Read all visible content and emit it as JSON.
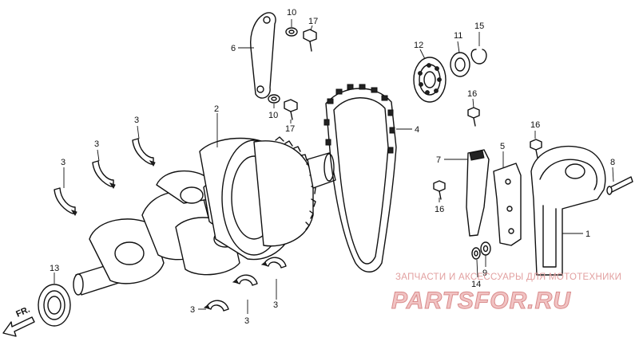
{
  "diagram": {
    "callouts": [
      {
        "id": "c-6-left",
        "text": "6"
      },
      {
        "id": "c-10-top",
        "text": "10"
      },
      {
        "id": "c-17-top",
        "text": "17"
      },
      {
        "id": "c-10-mid",
        "text": "10"
      },
      {
        "id": "c-17-mid",
        "text": "17"
      },
      {
        "id": "c-2",
        "text": "2"
      },
      {
        "id": "c-12",
        "text": "12"
      },
      {
        "id": "c-11",
        "text": "11"
      },
      {
        "id": "c-15",
        "text": "15"
      },
      {
        "id": "c-4",
        "text": "4"
      },
      {
        "id": "c-16-a",
        "text": "16"
      },
      {
        "id": "c-16-b",
        "text": "16"
      },
      {
        "id": "c-16-c",
        "text": "16"
      },
      {
        "id": "c-7",
        "text": "7"
      },
      {
        "id": "c-5",
        "text": "5"
      },
      {
        "id": "c-8",
        "text": "8"
      },
      {
        "id": "c-1",
        "text": "1"
      },
      {
        "id": "c-9",
        "text": "9"
      },
      {
        "id": "c-14",
        "text": "14"
      },
      {
        "id": "c-3-a",
        "text": "3"
      },
      {
        "id": "c-3-b",
        "text": "3"
      },
      {
        "id": "c-3-c",
        "text": "3"
      },
      {
        "id": "c-3-d",
        "text": "3"
      },
      {
        "id": "c-3-e",
        "text": "3"
      },
      {
        "id": "c-3-f",
        "text": "3"
      },
      {
        "id": "c-13",
        "text": "13"
      }
    ],
    "direction_label": "FR.",
    "watermark": {
      "line1": "ЗАПЧАСТИ И АКСЕССУАРЫ ДЛЯ МОТОТЕХНИКИ",
      "line2": "PARTSFOR.RU"
    }
  }
}
